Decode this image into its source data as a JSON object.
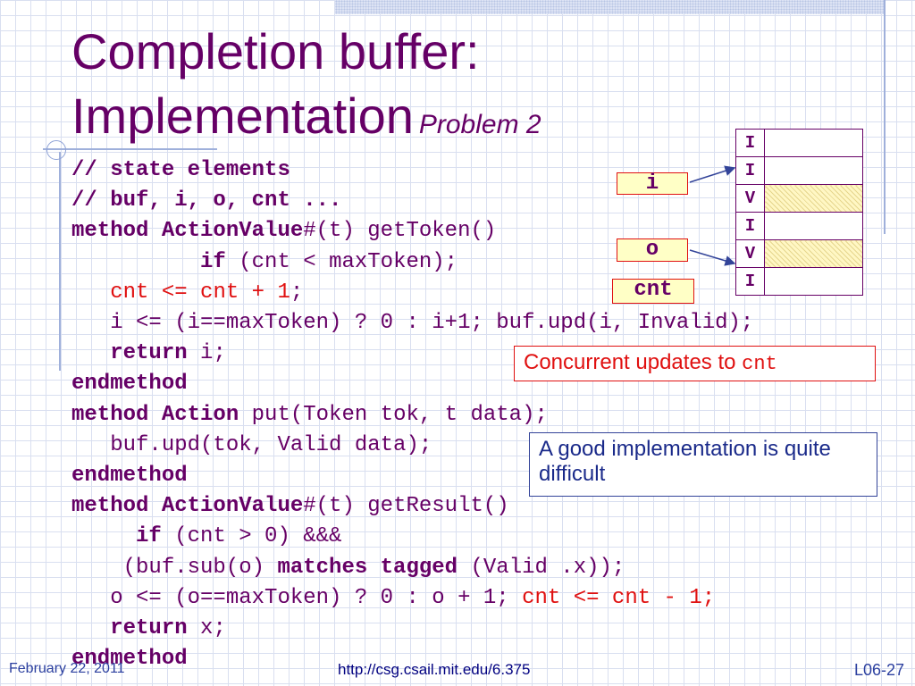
{
  "title": {
    "main_line1": "Completion buffer:",
    "main_line2": "Implementation",
    "subtitle": "Problem 2"
  },
  "code_lines": [
    "// state elements",
    "// buf, i, o, cnt ...",
    "method ActionValue#(t) getToken()",
    "          if (cnt < maxToken);",
    "cnt <= cnt + 1;",
    "i <= (i==maxToken) ? 0 : i+1; buf.upd(i, Invalid);",
    "return i;",
    "endmethod",
    "method Action put(Token tok, t data);",
    "buf.upd(tok, Valid data);",
    "endmethod",
    "method ActionValue#(t) getResult()",
    "if (cnt > 0) &&&",
    "(buf.sub(o) matches tagged (Valid .x));",
    "o <= (o==maxToken) ? 0 : o + 1; cnt <= cnt - 1;",
    "return x;",
    "endmethod"
  ],
  "registers": {
    "i": "i",
    "o": "o",
    "cnt": "cnt"
  },
  "buffer_tags": [
    "I",
    "I",
    "V",
    "I",
    "V",
    "I"
  ],
  "notes": {
    "concurrent_text": "Concurrent updates to",
    "concurrent_code": "cnt",
    "difficulty": "A good implementation is quite difficult"
  },
  "footer": {
    "date": "February 22, 2011",
    "url": "http://csg.csail.mit.edu/6.375",
    "slide": "L06-27"
  },
  "colors": {
    "title": "#660066",
    "highlight": "#e01010",
    "note_blue": "#1a2a8a",
    "register_fill": "#ffffc6"
  }
}
